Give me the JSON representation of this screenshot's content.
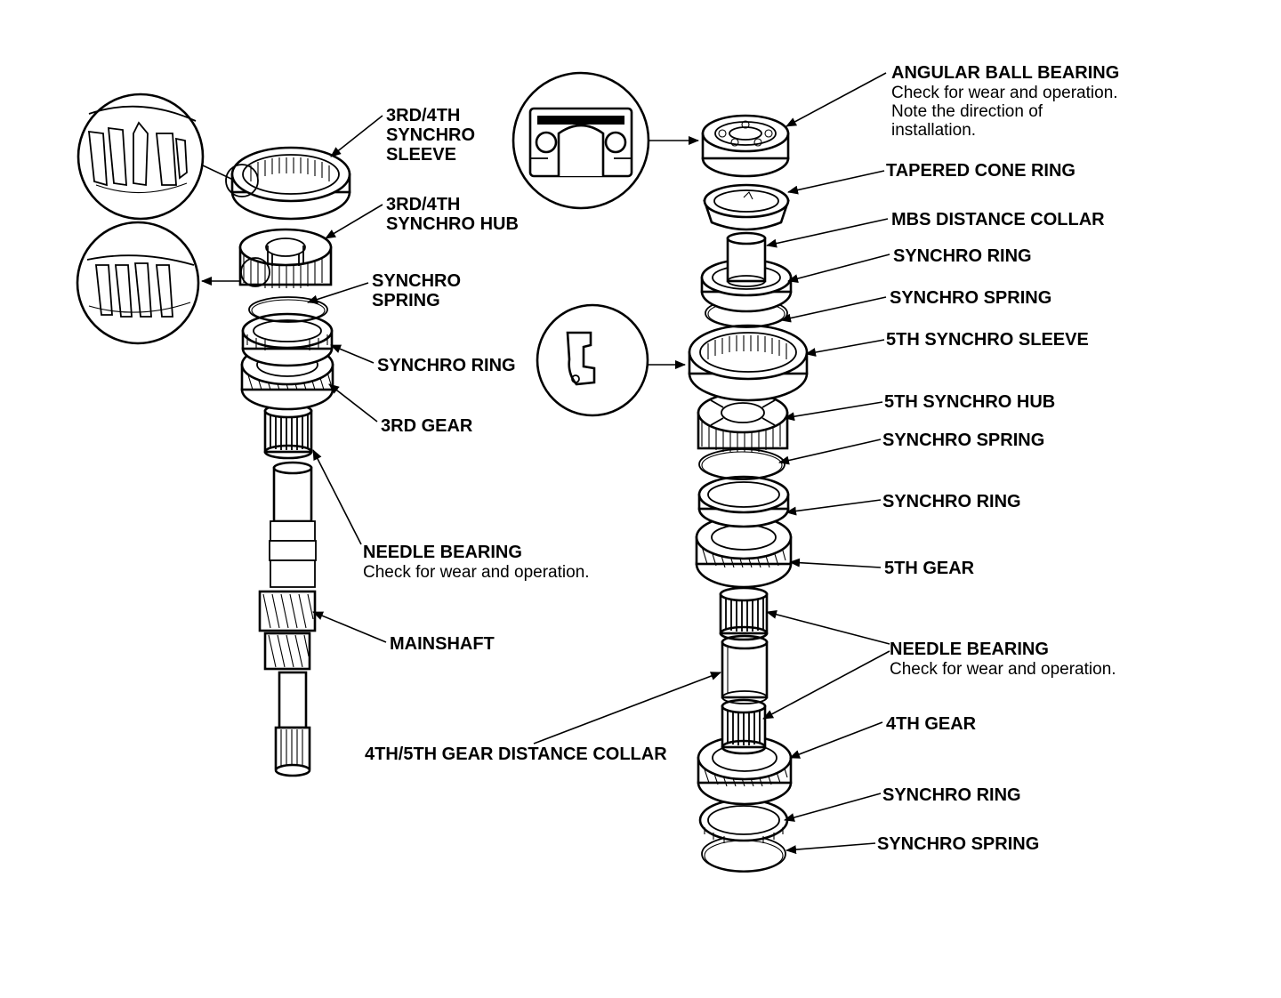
{
  "left_assembly": {
    "sleeve_label": [
      "3RD/4TH",
      "SYNCHRO",
      "SLEEVE"
    ],
    "hub_label": [
      "3RD/4TH",
      "SYNCHRO HUB"
    ],
    "spring_label": [
      "SYNCHRO",
      "SPRING"
    ],
    "ring_label": "SYNCHRO RING",
    "gear_label": "3RD GEAR",
    "needle_label": "NEEDLE BEARING",
    "needle_note": "Check for wear and operation.",
    "shaft_label": "MAINSHAFT",
    "collar_label": "4TH/5TH GEAR DISTANCE COLLAR"
  },
  "right_assembly": {
    "bearing_label": "ANGULAR BALL BEARING",
    "bearing_note": [
      "Check for wear and operation.",
      "Note the direction of",
      "installation."
    ],
    "cone_label": "TAPERED CONE RING",
    "mbs_label": "MBS DISTANCE COLLAR",
    "ring1_label": "SYNCHRO RING",
    "spring1_label": "SYNCHRO SPRING",
    "sleeve_label": "5TH SYNCHRO SLEEVE",
    "hub_label": "5TH SYNCHRO HUB",
    "spring2_label": "SYNCHRO SPRING",
    "ring2_label": "SYNCHRO RING",
    "gear5_label": "5TH GEAR",
    "needle_label": "NEEDLE BEARING",
    "needle_note": "Check for wear and operation.",
    "gear4_label": "4TH GEAR",
    "ring3_label": "SYNCHRO RING",
    "spring3_label": "SYNCHRO SPRING"
  }
}
